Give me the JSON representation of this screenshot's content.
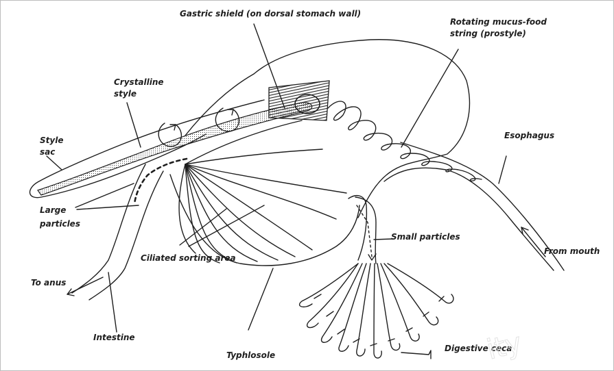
{
  "labels": {
    "gastric_shield": "Gastric shield (on dorsal stomach wall)",
    "rotating_string_1": "Rotating mucus-food",
    "rotating_string_2": "string (prostyle)",
    "crystalline_style_1": "Crystalline",
    "crystalline_style_2": "style",
    "style_sac_1": "Style",
    "style_sac_2": "sac",
    "esophagus": "Esophagus",
    "large_particles_1": "Large",
    "large_particles_2": "particles",
    "small_particles": "Small particles",
    "ciliated_sorting_area": "Ciliated sorting area",
    "from_mouth": "From mouth",
    "to_anus": "To anus",
    "intestine": "Intestine",
    "typhlosole": "Typhlosole",
    "digestive_ceca": "Digestive ceca"
  },
  "watermark": "ity",
  "colors": {
    "ink": "#1e1e1e",
    "frame": "#bdbdbd"
  }
}
